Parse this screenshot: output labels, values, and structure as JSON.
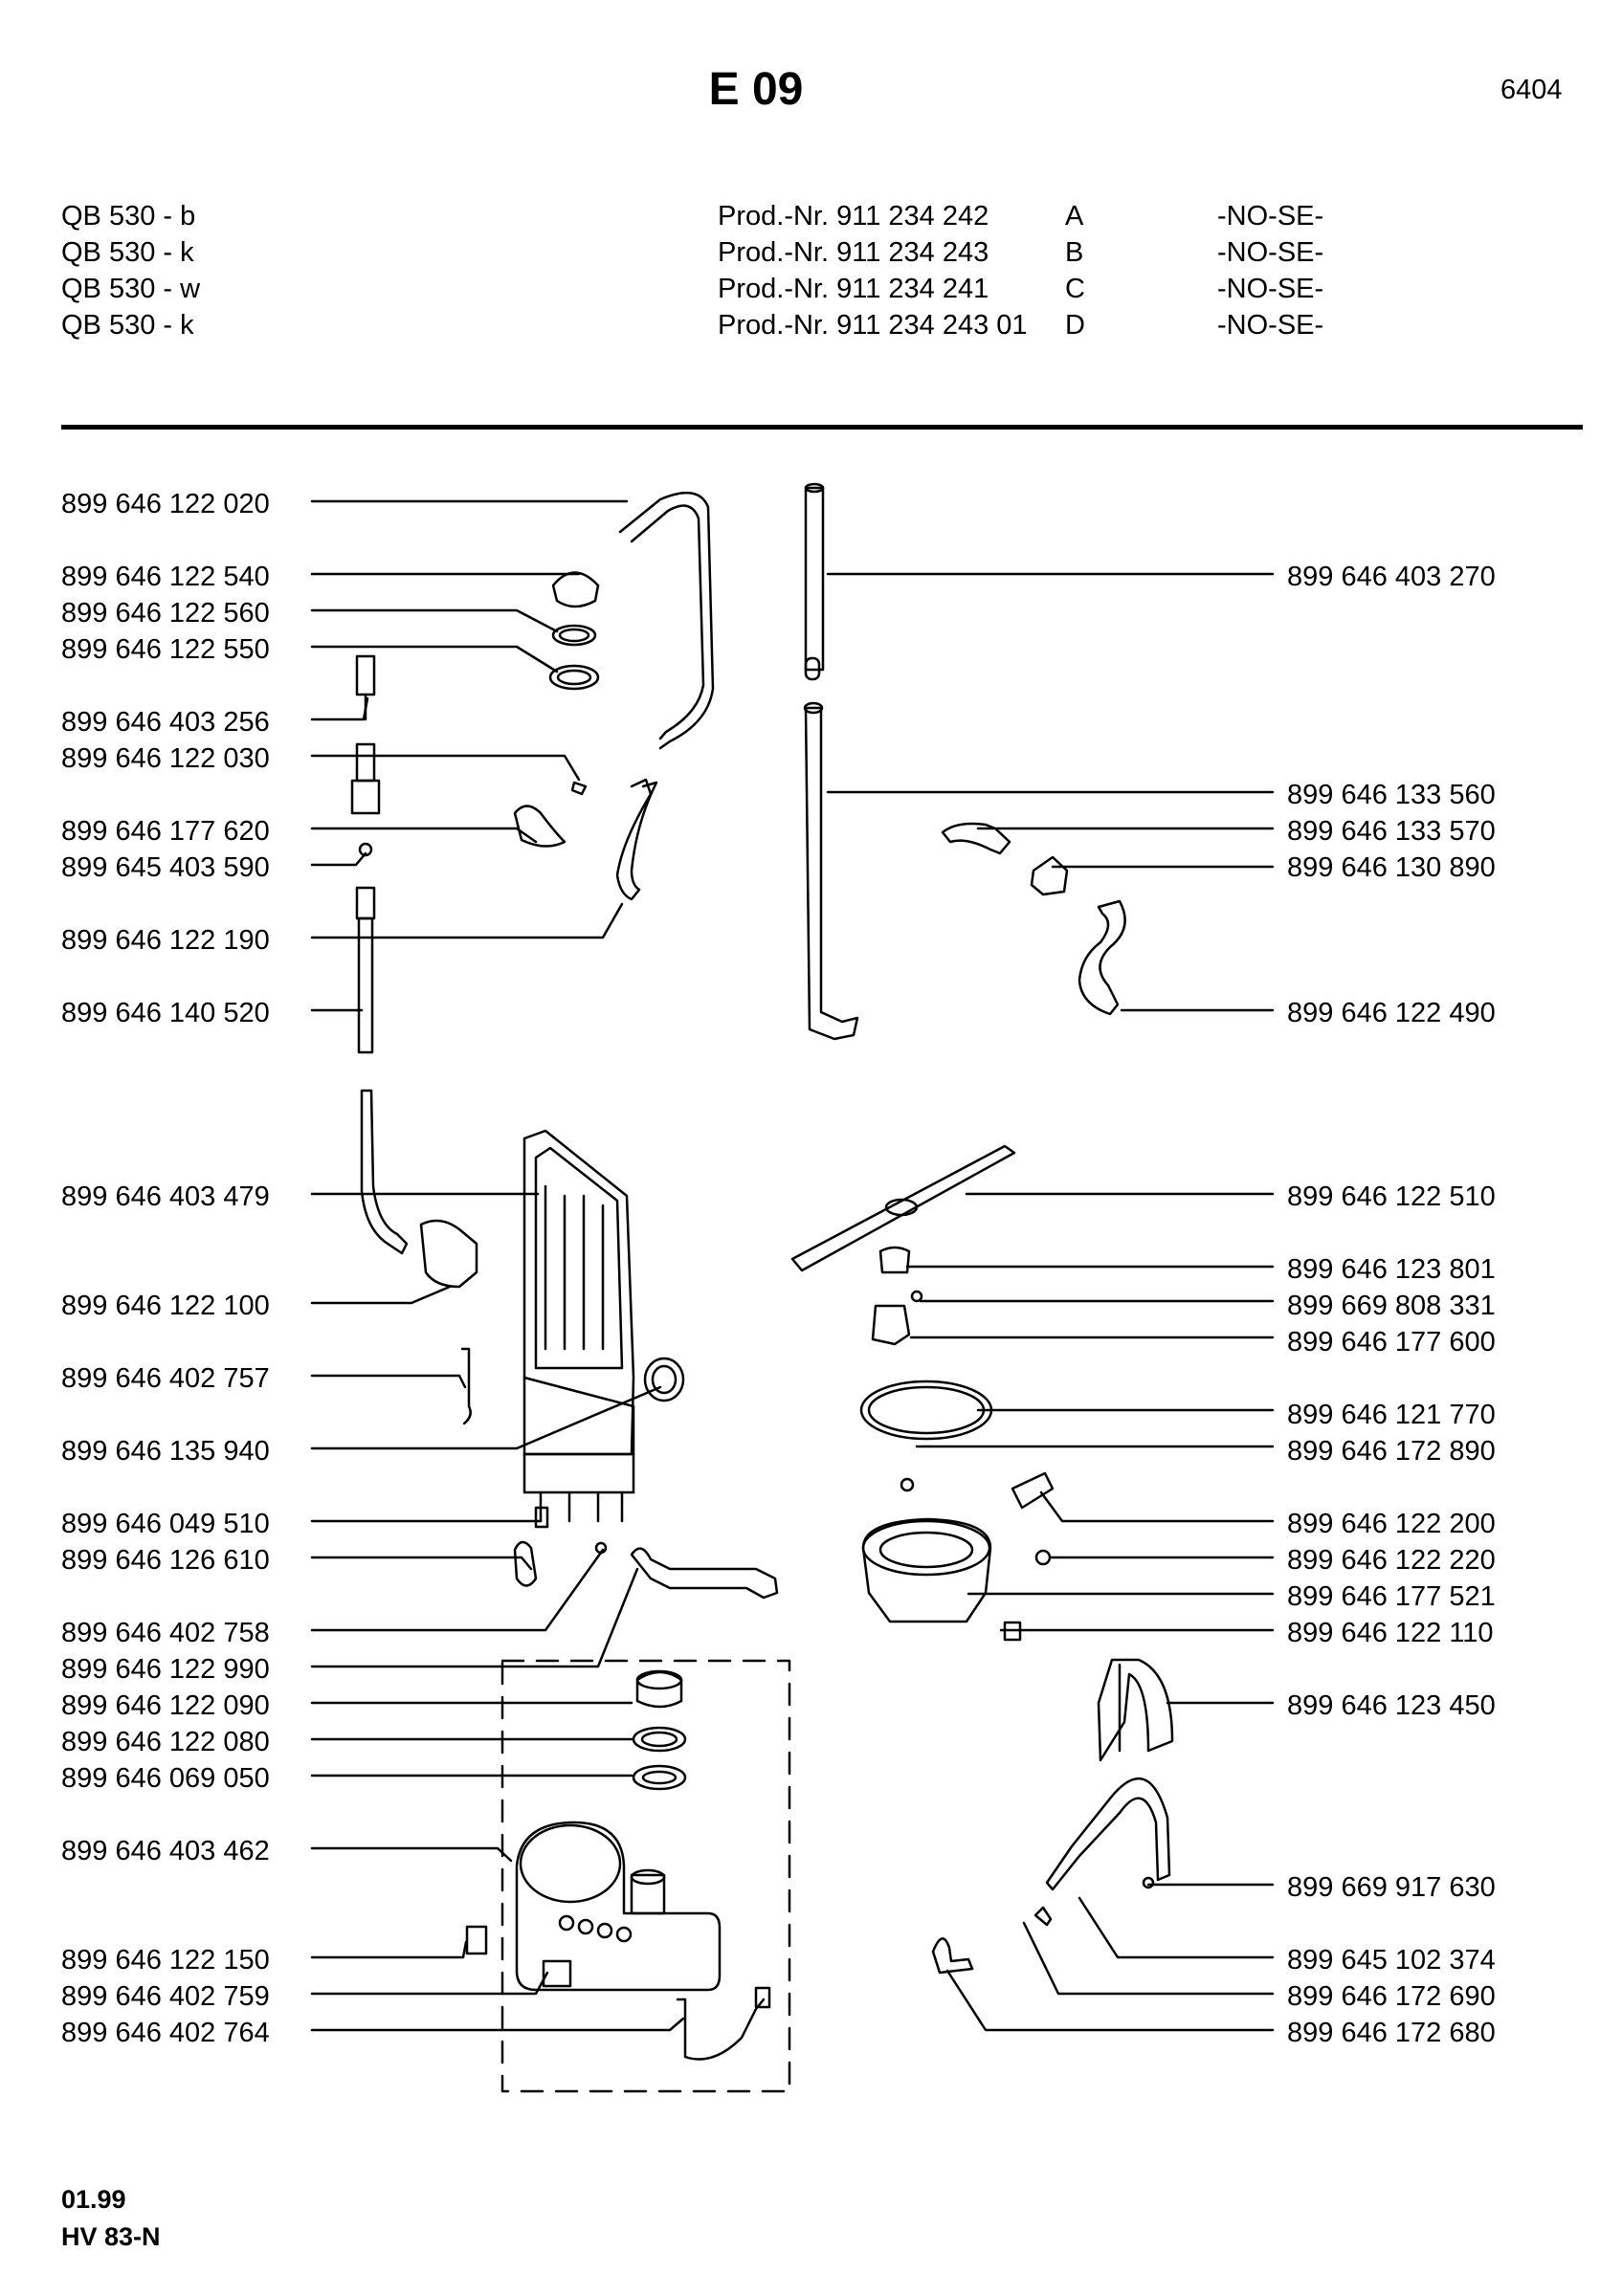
{
  "header": {
    "title": "E 09",
    "page_number": "6404"
  },
  "models": [
    {
      "model": "QB 530 - b",
      "prod": "Prod.-Nr. 911 234 242",
      "code": "A",
      "region": "-NO-SE-"
    },
    {
      "model": "QB 530 - k",
      "prod": "Prod.-Nr. 911 234 243",
      "code": "B",
      "region": "-NO-SE-"
    },
    {
      "model": "QB 530 - w",
      "prod": "Prod.-Nr. 911 234 241",
      "code": "C",
      "region": "-NO-SE-"
    },
    {
      "model": "QB 530 - k",
      "prod": "Prod.-Nr. 911 234 243 01",
      "code": "D",
      "region": "-NO-SE-"
    }
  ],
  "parts_left": [
    "899 646 122 020",
    "899 646 122 540",
    "899 646 122 560",
    "899 646 122 550",
    "899 646 403 256",
    "899 646 122 030",
    "899 646 177 620",
    "899 645 403 590",
    "899 646 122 190",
    "899 646 140 520",
    "899 646 403 479",
    "899 646 122 100",
    "899 646 402 757",
    "899 646 135 940",
    "899 646 049 510",
    "899 646 126 610",
    "899 646 402 758",
    "899 646 122 990",
    "899 646 122 090",
    "899 646 122 080",
    "899 646 069 050",
    "899 646 403 462",
    "899 646 122 150",
    "899 646 402 759",
    "899 646 402 764"
  ],
  "parts_right": [
    "899 646 403 270",
    "899 646 133 560",
    "899 646 133 570",
    "899 646 130 890",
    "899 646 122 490",
    "899 646 122 510",
    "899 646 123 801",
    "899 669 808 331",
    "899 646 177 600",
    "899 646 121 770",
    "899 646 172 890",
    "899 646 122 200",
    "899 646 122 220",
    "899 646 177 521",
    "899 646 122 110",
    "899 646 123 450",
    "899 669 917 630",
    "899 645 102 374",
    "899 646 172 690",
    "899 646 172 680"
  ],
  "footer": {
    "date": "01.99",
    "code": "HV 83-N"
  }
}
